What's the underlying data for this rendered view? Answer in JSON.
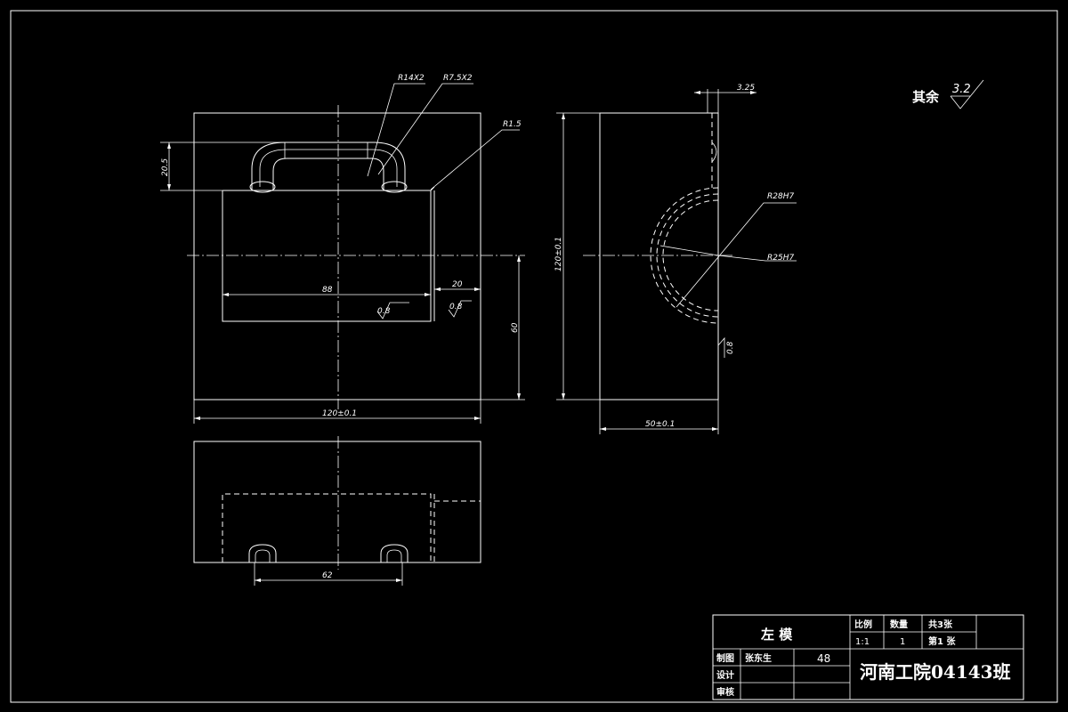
{
  "dims": {
    "r14x2": "R14X2",
    "r75x2": "R7.5X2",
    "r15": "R1.5",
    "d205": "20.5",
    "d88": "88",
    "d20": "20",
    "rough08a": "0.8",
    "rough08b": "0.8",
    "rough08c": "0.8",
    "d60": "60",
    "width120": "120±0.1",
    "height120": "120±0.1",
    "d325": "3.25",
    "r28h7": "R28H7",
    "r25h7": "R25H7",
    "d50": "50±0.1",
    "d62": "62"
  },
  "note": {
    "remaining_label": "其余",
    "remaining_value": "3.2"
  },
  "title_block": {
    "part_name": "左 模",
    "scale_label": "比例",
    "scale_value": "1:1",
    "qty_label": "数量",
    "qty_value": "1",
    "sheets_total": "共3张",
    "sheet_no": "第1 张",
    "drawn_label": "制图",
    "drawn_by": "张东生",
    "drawn_no": "48",
    "design_label": "设计",
    "review_label": "审核",
    "school": "河南工院04143班"
  }
}
